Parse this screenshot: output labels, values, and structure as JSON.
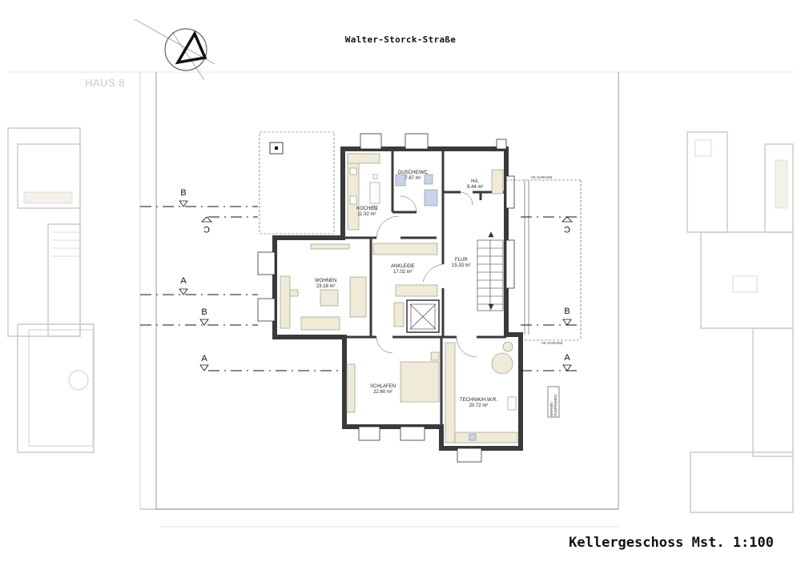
{
  "title": {
    "street": "Walter-Storck-Straße",
    "caption": "Kellergeschoss Mst. 1:100",
    "neighbor": "HAUS 8"
  },
  "rooms": [
    {
      "id": "kochen",
      "name": "KOCHEN",
      "area": "11.32 m²"
    },
    {
      "id": "dusche",
      "name": "DUSCHE/WC",
      "area": "7.87 m²"
    },
    {
      "id": "ha",
      "name": "HA.",
      "area": "9.44 m²"
    },
    {
      "id": "wohnen",
      "name": "WOHNEN",
      "area": "23.18 m²"
    },
    {
      "id": "ankleide",
      "name": "ANKLEIDE",
      "area": "17.02 m²"
    },
    {
      "id": "flur",
      "name": "FLUR",
      "area": "15.33 m²"
    },
    {
      "id": "schlafen",
      "name": "SCHLAFEN",
      "area": "22.60 m²"
    },
    {
      "id": "technik",
      "name": "TECHNIK/H.W.R.",
      "area": "20.72 m²"
    }
  ],
  "labels": {
    "vk_garage": "VK GARAGE",
    "waermepumpe": "WÄRME-PUMPE/MEG"
  },
  "sections": [
    "A",
    "B",
    "C"
  ],
  "colors": {
    "wall": "#3a3a3a",
    "furniture": "#f0ebd8",
    "furniture_stroke": "#8a8a7a",
    "accent_blue": "#c9d3ec",
    "ghost": "#d6d6d6"
  }
}
